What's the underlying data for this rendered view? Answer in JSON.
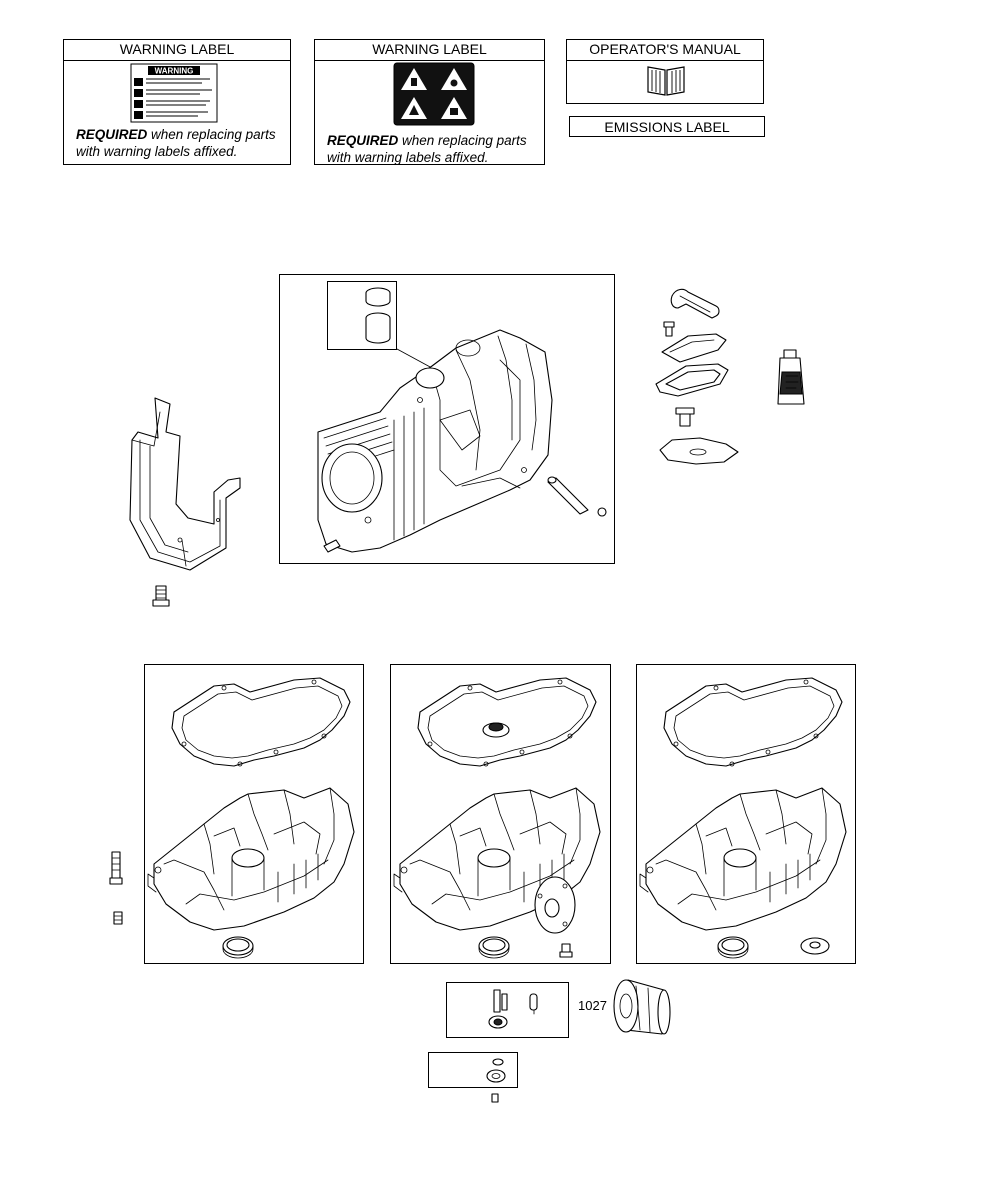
{
  "labels": {
    "warning_label_1": {
      "title": "WARNING LABEL",
      "required_bold": "REQUIRED",
      "required_rest_1": "when replacing parts",
      "required_rest_2": "with warning labels affixed."
    },
    "warning_label_2": {
      "title": "WARNING LABEL",
      "required_bold": "REQUIRED",
      "required_rest_1": "when replacing parts",
      "required_rest_2": "with warning labels affixed."
    },
    "operators_manual": {
      "title": "OPERATOR'S MANUAL"
    },
    "emissions_label": {
      "title": "EMISSIONS LABEL"
    },
    "warning_sticker_heading": "WARNING"
  },
  "callouts": {
    "oil_filter": "1027"
  },
  "icons": {
    "warning_decal": "warning-decal-icon",
    "hazard_pictograms": "hazard-pictogram-icon",
    "manual_book": "book-icon"
  }
}
